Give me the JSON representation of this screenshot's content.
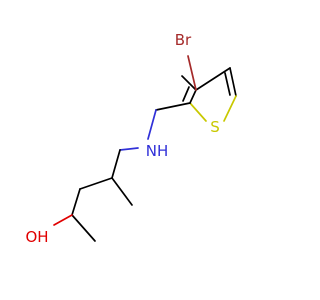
{
  "molecule": {
    "atoms": {
      "bromine": {
        "label": "Br",
        "color": "#a52a2a"
      },
      "sulfur": {
        "label": "S",
        "color": "#c8c800"
      },
      "amine": {
        "label": "NH",
        "color": "#3030d8"
      },
      "hydroxyl": {
        "label": "OH",
        "color": "#e00000"
      }
    }
  }
}
